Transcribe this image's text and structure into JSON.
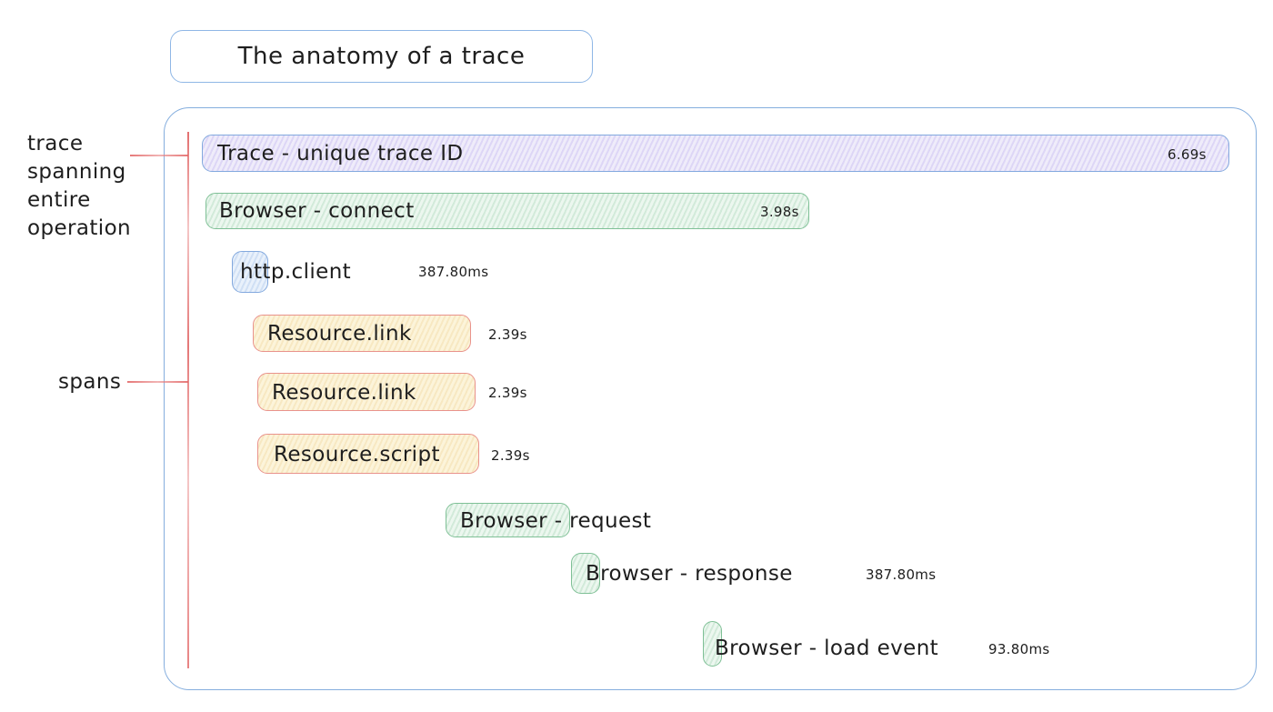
{
  "title": "The anatomy of a trace",
  "annotations": {
    "trace_label": "trace\nspanning\nentire\noperation",
    "spans_label": "spans"
  },
  "rows": [
    {
      "label": "Trace - unique trace ID",
      "duration": "6.69s",
      "kind": "trace"
    },
    {
      "label": "Browser - connect",
      "duration": "3.98s",
      "kind": "browser"
    },
    {
      "label": "http.client",
      "duration": "387.80ms",
      "kind": "http"
    },
    {
      "label": "Resource.link",
      "duration": "2.39s",
      "kind": "resource"
    },
    {
      "label": "Resource.link",
      "duration": "2.39s",
      "kind": "resource"
    },
    {
      "label": "Resource.script",
      "duration": "2.39s",
      "kind": "resource"
    },
    {
      "label": "Browser - request",
      "duration": "",
      "kind": "browser"
    },
    {
      "label": "Browser - response",
      "duration": "387.80ms",
      "kind": "browser"
    },
    {
      "label": "Browser - load event",
      "duration": "93.80ms",
      "kind": "browser"
    }
  ],
  "colors": {
    "container_border": "#85aede",
    "violet_fill": "#efecfa",
    "green_border": "#7fc096",
    "yellow_fill": "#fcf4da",
    "red_border": "#e9938c",
    "annotation_red": "#e06060",
    "text": "#1e1e1e"
  }
}
